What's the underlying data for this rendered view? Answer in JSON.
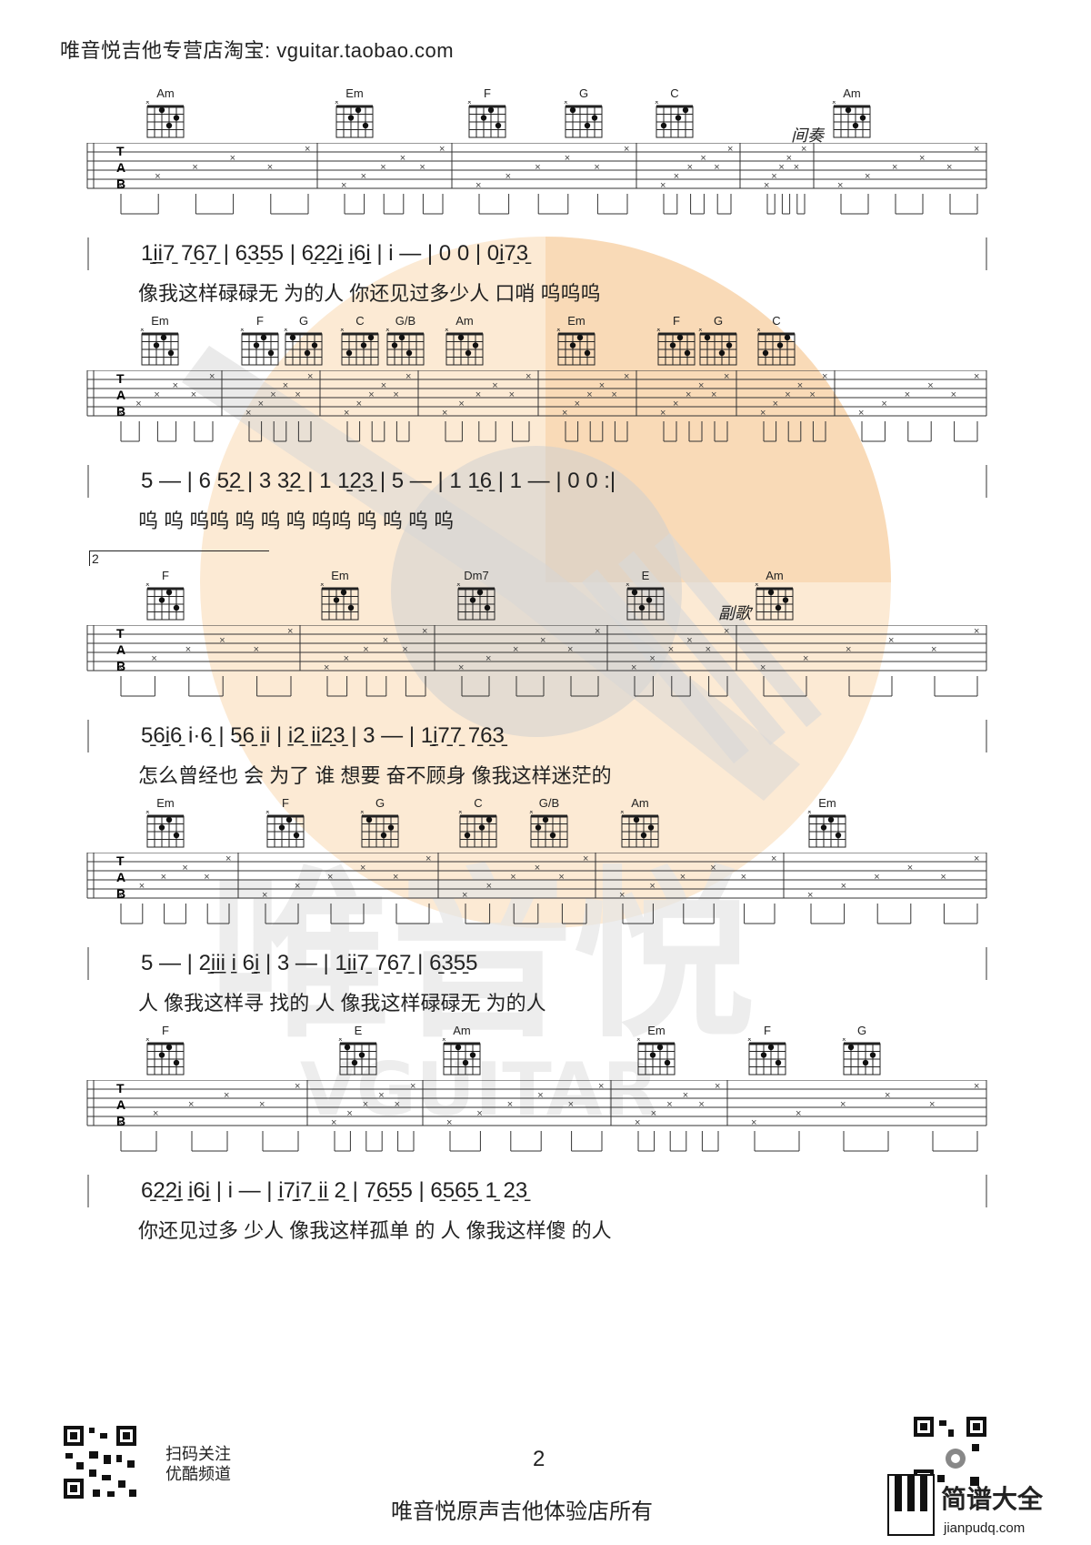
{
  "header": {
    "text": "唯音悦吉他专营店淘宝:  vguitar.taobao.com"
  },
  "watermark": {
    "text1": "唯音悦",
    "text2": "VGUITAR"
  },
  "systems": [
    {
      "chords": [
        "Am",
        "Em",
        "F",
        "G",
        "C",
        "Am"
      ],
      "markers": [
        "间奏"
      ],
      "notes": "1̱i̱i̱7̱ 7̱6̱7̱ | 6̱3̱5̱5 | 6̱2̱2̱i̱ i̱6̱i̱ | i — | 0 0 | 0̱i̱7̱3̱",
      "lyrics": "像我这样碌碌无  为的人        你还见过多少人                  口哨     呜呜呜"
    },
    {
      "chords": [
        "Em",
        "F",
        "G",
        "C",
        "G/B",
        "Am",
        "Em",
        "F",
        "G",
        "C"
      ],
      "markers": [],
      "notes": "5 — | 6 5̱2̱ | 3  3̱2̱ | 1  1̱2̱3̱ | 5 — | 1  1̱6̱ | 1 — | 0 0 :|",
      "lyrics": "呜           呜   呜呜   呜        呜    呜      呜呜   呜        呜        呜    呜"
    },
    {
      "chords": [
        "F",
        "Em",
        "Dm7",
        "E",
        "Am"
      ],
      "markers": [
        "副歌"
      ],
      "volta": "2",
      "notes": "5̱6̱i̱6̱ i·6̱ | 5̱6̱ i̱i | i̱2̱ i̱i̱2̱3̱ | 3 — | 1̱i̱7̱7̱ 7̱6̱3̱",
      "lyrics": "怎么曾经也  会 为了  谁      想要  奋不顾身              像我这样迷茫的"
    },
    {
      "chords": [
        "Em",
        "F",
        "G",
        "C",
        "G/B",
        "Am",
        "Em"
      ],
      "markers": [],
      "notes": "5 — | 2̱i̱i̱i̱ i̱ 6̱i̱ | 3 — | 1̱i̱i̱7̱ 7̱6̱7̱ | 6̱3̱5̱5",
      "lyrics": "人          像我这样寻  找的  人              像我这样碌碌无   为的人"
    },
    {
      "chords": [
        "F",
        "E",
        "Am",
        "Em",
        "F",
        "G"
      ],
      "markers": [],
      "notes": "6̱2̱2̱i̱ i̱6̱i̱ | i — | i̱7̱i̱7̱ i̱i̱ 2̱ | 7̱6̱5̱5 | 6̱5̱6̱5̱ 1̱ 2̱3̱",
      "lyrics": "你还见过多  少人                   像我这样孤单  的  人              像我这样傻  的人"
    }
  ],
  "footer": {
    "scan1": "扫码关注",
    "scan2": "优酷频道",
    "page": "2",
    "owner": "唯音悦原声吉他体验店所有",
    "brand": "简谱大全",
    "brand_url": "jianpudq.com"
  }
}
